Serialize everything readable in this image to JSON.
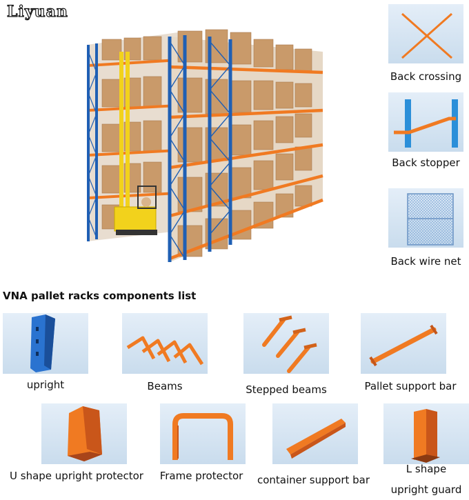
{
  "brand": {
    "logo_text": "Liyuan"
  },
  "heading": "VNA pallet racks components list",
  "accessories": [
    {
      "label": "Back crossing",
      "icon": "back-crossing-icon"
    },
    {
      "label": "Back stopper",
      "icon": "back-stopper-icon"
    },
    {
      "label": "Back wire net",
      "icon": "back-wire-net-icon"
    }
  ],
  "components_row1": [
    {
      "label": "upright",
      "icon": "upright-icon"
    },
    {
      "label": "Beams",
      "icon": "beams-icon"
    },
    {
      "label": "Stepped beams",
      "icon": "stepped-beams-icon"
    },
    {
      "label": "Pallet support bar",
      "icon": "pallet-support-bar-icon"
    }
  ],
  "components_row2": [
    {
      "label": "U shape upright protector",
      "icon": "u-shape-protector-icon"
    },
    {
      "label": "Frame protector",
      "icon": "frame-protector-icon"
    },
    {
      "label": "container support bar",
      "icon": "container-support-bar-icon"
    },
    {
      "label": "L shape upright guard",
      "line1": "L shape",
      "line2": "upright guard",
      "icon": "l-shape-guard-icon"
    }
  ],
  "colors": {
    "orange": "#f07a22",
    "blue": "#1f5fb4",
    "box": "#c99a6a",
    "yellow": "#f2d21c",
    "thumb_bg": "#d6e5f2"
  }
}
